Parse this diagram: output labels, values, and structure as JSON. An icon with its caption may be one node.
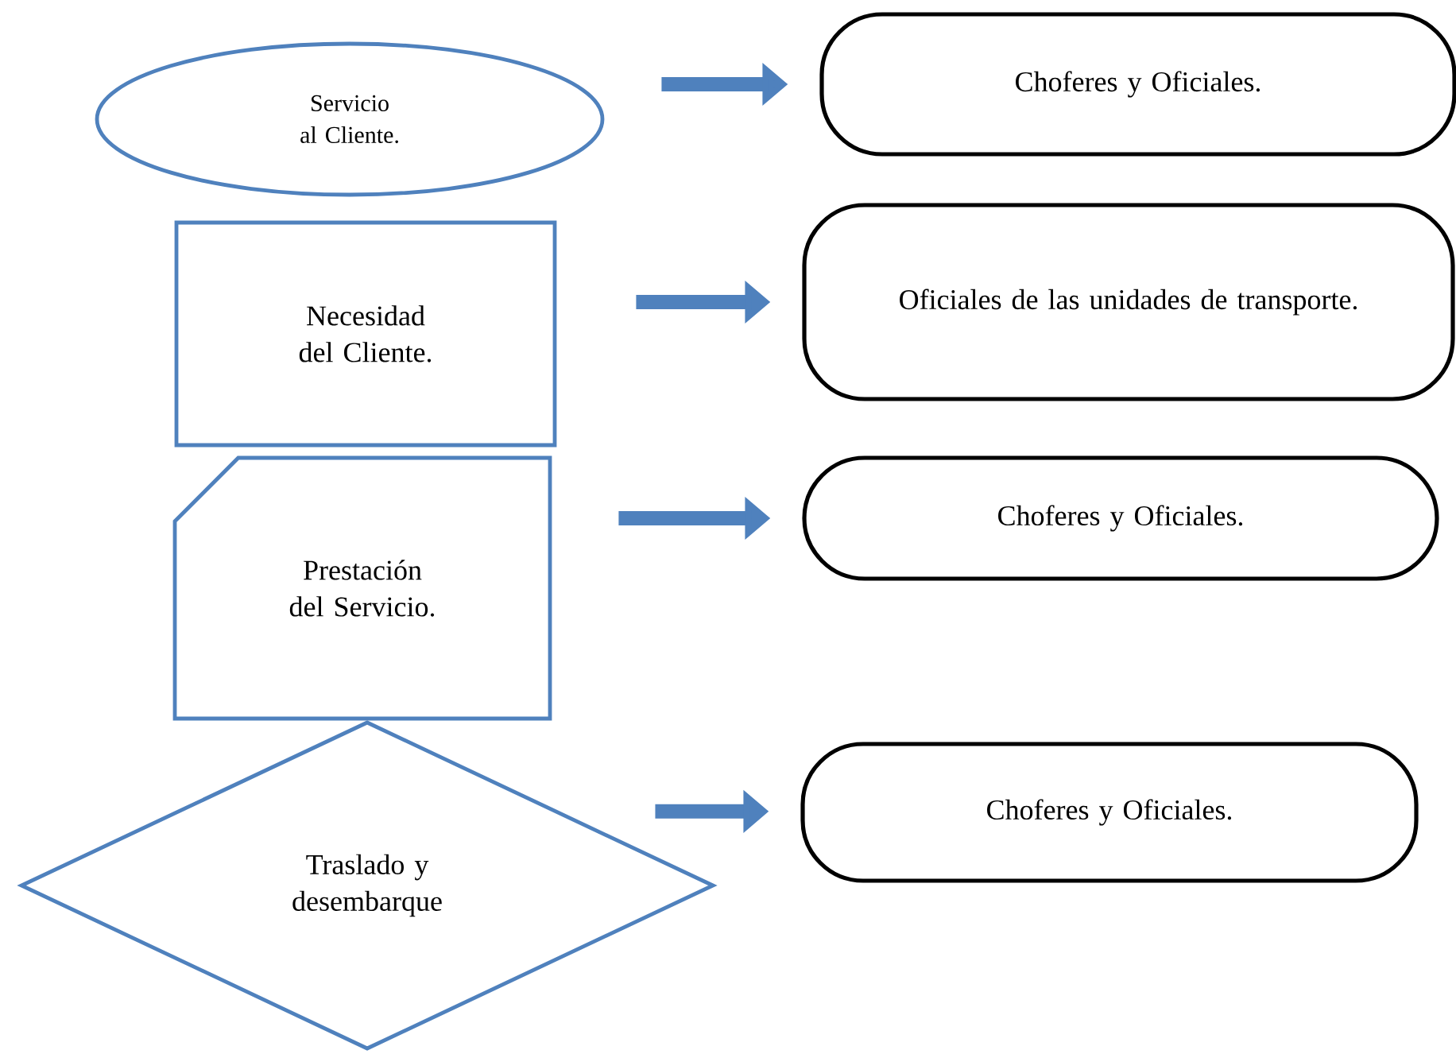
{
  "diagram": {
    "nodes": [
      {
        "text": [
          "Servicio al Cliente."
        ]
      },
      {
        "text": [
          "Choferes y Oficiales."
        ]
      },
      {
        "text": [
          "Necesidad del Cliente."
        ]
      },
      {
        "text": [
          "Oficiales de las unidades de transporte."
        ]
      },
      {
        "text": [
          "Prestación del Servicio."
        ]
      },
      {
        "text": [
          "Choferes y Oficiales."
        ]
      },
      {
        "text": [
          "Traslado y desembarque"
        ]
      },
      {
        "text": [
          "Choferes y Oficiales."
        ]
      }
    ],
    "edges": [
      {
        "from": 0,
        "to": 1,
        "arrow": "to"
      },
      {
        "from": 2,
        "to": 3,
        "arrow": "to"
      },
      {
        "from": 4,
        "to": 5,
        "arrow": "to"
      },
      {
        "from": 6,
        "to": 7,
        "arrow": "to"
      }
    ]
  }
}
